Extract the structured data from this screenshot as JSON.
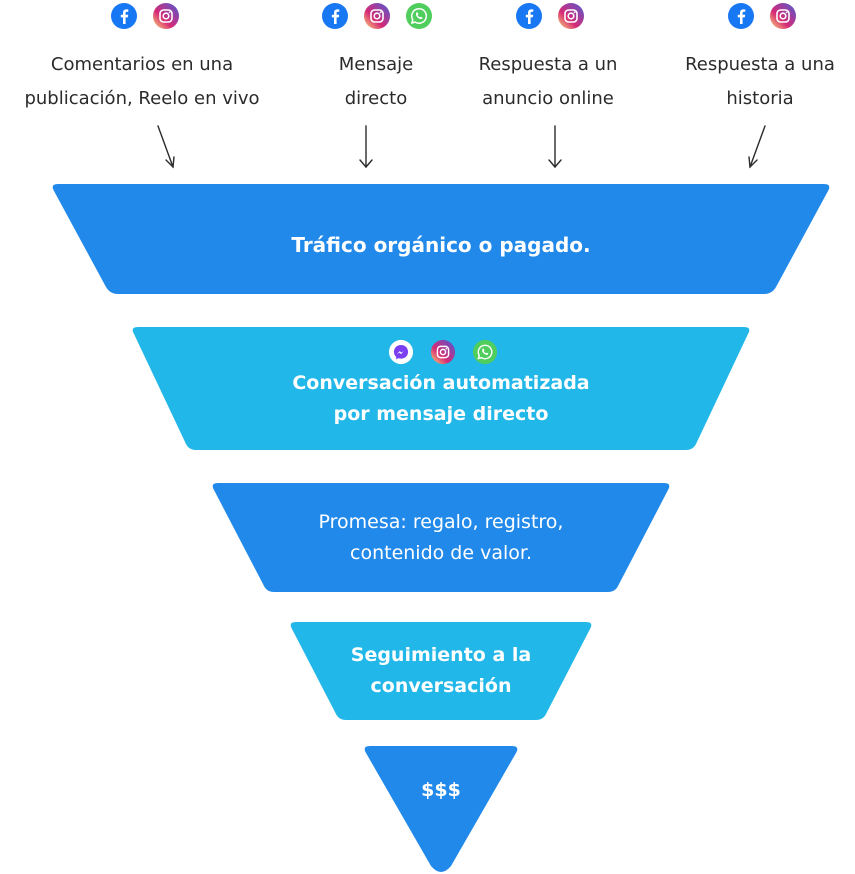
{
  "colors": {
    "dark_blue": "#2189ea",
    "light_blue": "#21b7e8",
    "text": "#2b2b2b",
    "white": "#ffffff"
  },
  "sources": [
    {
      "icons": [
        "facebook-icon",
        "instagram-icon"
      ],
      "label_line1": "Comentarios en una",
      "label_line2": "publicación, Reelo en vivo"
    },
    {
      "icons": [
        "facebook-icon",
        "instagram-icon",
        "whatsapp-icon"
      ],
      "label_line1": "Mensaje",
      "label_line2": "directo"
    },
    {
      "icons": [
        "facebook-icon",
        "instagram-icon"
      ],
      "label_line1": "Respuesta a un",
      "label_line2": "anuncio online"
    },
    {
      "icons": [
        "facebook-icon",
        "instagram-icon"
      ],
      "label_line1": "Respuesta a una",
      "label_line2": "historia"
    }
  ],
  "funnel": [
    {
      "line1": "Tráfico orgánico o pagado.",
      "line2": "",
      "color": "#2189ea"
    },
    {
      "line1": "Conversación automatizada",
      "line2": "por mensaje directo",
      "color": "#21b7e8",
      "icons": [
        "messenger-icon",
        "instagram-icon",
        "whatsapp-icon"
      ]
    },
    {
      "line1": "Promesa: regalo, registro,",
      "line2": "contenido de valor.",
      "color": "#2189ea"
    },
    {
      "line1": "Seguimiento a la",
      "line2": "conversación",
      "color": "#21b7e8"
    },
    {
      "line1": "$$$",
      "line2": "",
      "color": "#2189ea"
    }
  ]
}
